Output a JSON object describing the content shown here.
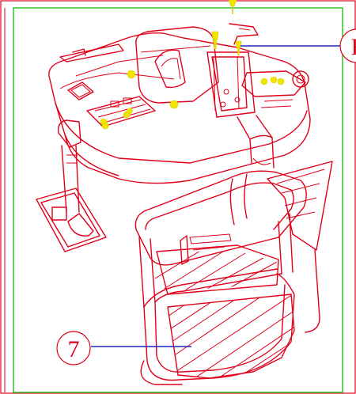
{
  "callouts": [
    {
      "id": "7",
      "label": "7"
    },
    {
      "id": "F",
      "label": "F"
    }
  ],
  "colors": {
    "drawing": "#e0001a",
    "frame_inner": "#22c022",
    "leader": "#1a2bb8",
    "marker": "#f2e600"
  }
}
